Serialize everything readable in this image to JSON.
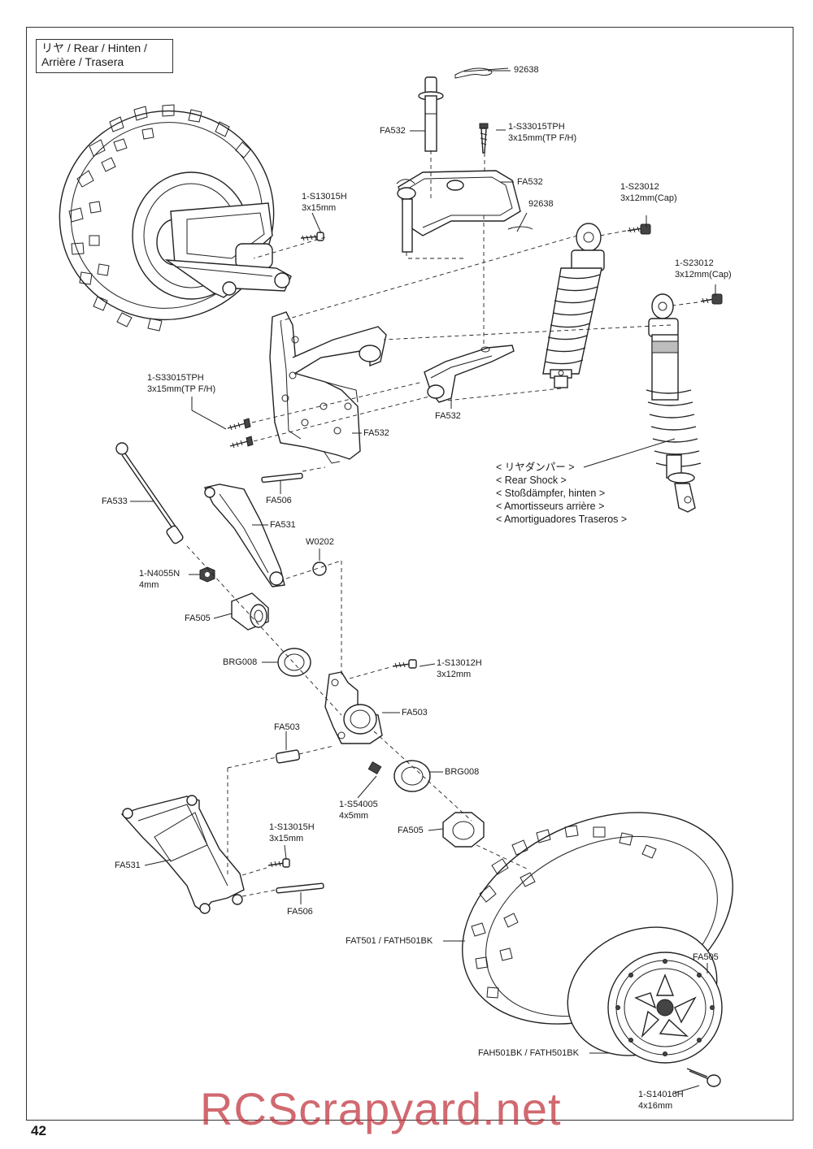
{
  "section": {
    "line1": "リヤ /  Rear / Hinten /",
    "line2": "Arrière / Trasera"
  },
  "labels": {
    "p92638_a": "92638",
    "fa532_post": "FA532",
    "s33015tph_a": "1-S33015TPH",
    "s33015tph_a_size": "3x15mm(TP F/H)",
    "fa532_plate": "FA532",
    "p92638_b": "92638",
    "s23012_a": "1-S23012",
    "s23012_a_size": "3x12mm(Cap)",
    "s13015h_a": "1-S13015H",
    "s13015h_a_size": "3x15mm",
    "s23012_b": "1-S23012",
    "s23012_b_size": "3x12mm(Cap)",
    "s33015tph_b": "1-S33015TPH",
    "s33015tph_b_size": "3x15mm(TP F/H)",
    "fa532_brace": "FA532",
    "fa532_tower": "FA532",
    "shock_jp": "< リヤダンパー >",
    "shock_en": "< Rear Shock >",
    "shock_de": "< Stoßdämpfer, hinten >",
    "shock_fr": "< Amortisseurs arrière >",
    "shock_es": "< Amortiguadores Traseros >",
    "fa533": "FA533",
    "fa506_a": "FA506",
    "fa531_a": "FA531",
    "w0202": "W0202",
    "n4055n": "1-N4055N",
    "n4055n_size": "4mm",
    "fa505_a": "FA505",
    "brg008_a": "BRG008",
    "s13012h": "1-S13012H",
    "s13012h_size": "3x12mm",
    "fa503_a": "FA503",
    "fa503_b": "FA503",
    "brg008_b": "BRG008",
    "s54005": "1-S54005",
    "s54005_size": "4x5mm",
    "fa505_b": "FA505",
    "s13015h_b": "1-S13015H",
    "s13015h_b_size": "3x15mm",
    "fa531_b": "FA531",
    "fa506_b": "FA506",
    "fat501": "FAT501 / FATH501BK",
    "fa505_c": "FA505",
    "fah501bk": "FAH501BK / FATH501BK",
    "s14016h": "1-S14016H",
    "s14016h_size": "4x16mm"
  },
  "page_number": "42",
  "watermark": "RCScrapyard.net",
  "colors": {
    "ink": "#1a1a1a",
    "watermark": "#c0303a"
  }
}
